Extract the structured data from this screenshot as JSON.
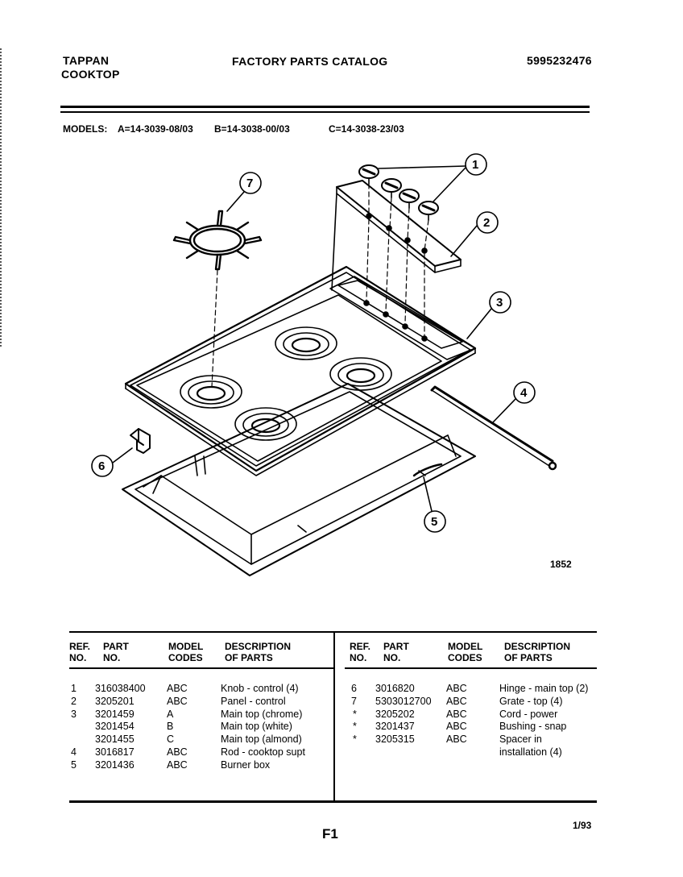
{
  "header": {
    "brand": "TAPPAN",
    "product": "COOKTOP",
    "title": "FACTORY PARTS CATALOG",
    "catalog_number": "5995232476"
  },
  "models": {
    "label": "MODELS:",
    "a": "A=14-3039-08/03",
    "b": "B=14-3038-00/03",
    "c": "C=14-3038-23/03"
  },
  "diagram": {
    "callouts": [
      "1",
      "2",
      "3",
      "4",
      "5",
      "6",
      "7"
    ],
    "figure_number": "1852"
  },
  "table": {
    "headers": {
      "ref_line1": "REF.",
      "ref_line2": "NO.",
      "part_line1": "PART",
      "part_line2": "NO.",
      "model_line1": "MODEL",
      "model_line2": "CODES",
      "desc_line1": "DESCRIPTION",
      "desc_line2": "OF PARTS"
    },
    "left_rows": [
      {
        "ref": "1",
        "part": "316038400",
        "model": "ABC",
        "desc": "Knob - control (4)"
      },
      {
        "ref": "2",
        "part": "3205201",
        "model": "ABC",
        "desc": "Panel - control"
      },
      {
        "ref": "3",
        "part": "3201459",
        "model": "A",
        "desc": "Main top (chrome)"
      },
      {
        "ref": "",
        "part": "3201454",
        "model": "B",
        "desc": "Main top (white)"
      },
      {
        "ref": "",
        "part": "3201455",
        "model": "C",
        "desc": "Main top (almond)"
      },
      {
        "ref": "4",
        "part": "3016817",
        "model": "ABC",
        "desc": "Rod - cooktop supt"
      },
      {
        "ref": "5",
        "part": "3201436",
        "model": "ABC",
        "desc": "Burner box"
      }
    ],
    "right_rows": [
      {
        "ref": "6",
        "part": "3016820",
        "model": "ABC",
        "desc": "Hinge - main top (2)"
      },
      {
        "ref": "7",
        "part": "5303012700",
        "model": "ABC",
        "desc": "Grate - top (4)"
      },
      {
        "ref": "*",
        "part": "3205202",
        "model": "ABC",
        "desc": "Cord - power"
      },
      {
        "ref": "*",
        "part": "3201437",
        "model": "ABC",
        "desc": "Bushing - snap"
      },
      {
        "ref": "*",
        "part": "3205315",
        "model": "ABC",
        "desc": "Spacer in"
      },
      {
        "ref": "",
        "part": "",
        "model": "",
        "desc": "installation (4)"
      }
    ]
  },
  "footer": {
    "page": "F1",
    "date": "1/93"
  }
}
